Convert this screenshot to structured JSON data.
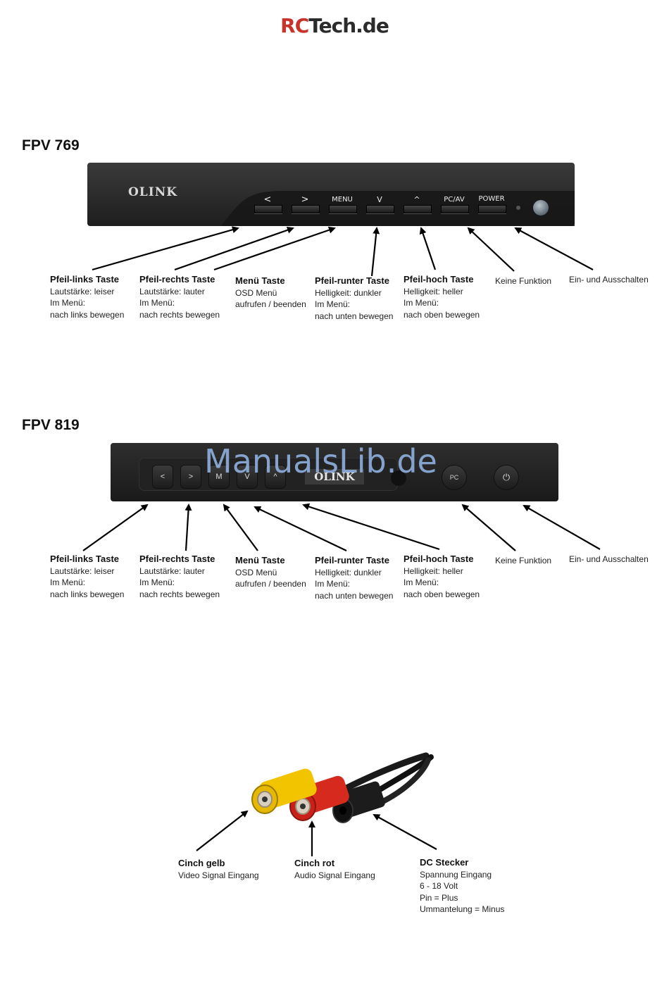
{
  "header": {
    "logo_rc": "RC",
    "logo_rest": "Tech.de"
  },
  "fpv769": {
    "title": "FPV 769",
    "brand": "OLINK",
    "buttons": [
      "<",
      ">",
      "MENU",
      "V",
      "^",
      "PC/AV",
      "POWER"
    ],
    "labels": [
      {
        "title": "Pfeil-links Taste",
        "lines": [
          "Lautstärke: leiser",
          "Im Menü:",
          "nach links bewegen"
        ]
      },
      {
        "title": "Pfeil-rechts Taste",
        "lines": [
          "Lautstärke: lauter",
          "Im Menü:",
          "nach rechts bewegen"
        ]
      },
      {
        "title": "Menü Taste",
        "lines": [
          "OSD Menü",
          "aufrufen / beenden"
        ]
      },
      {
        "title": "Pfeil-runter Taste",
        "lines": [
          "Helligkeit: dunkler",
          "Im Menü:",
          "nach unten bewegen"
        ]
      },
      {
        "title": "Pfeil-hoch Taste",
        "lines": [
          "Helligkeit: heller",
          "Im Menü:",
          "nach oben bewegen"
        ]
      },
      {
        "title": "",
        "lines": [
          "Keine Funktion"
        ]
      },
      {
        "title": "",
        "lines": [
          "Ein- und Ausschalten"
        ]
      }
    ]
  },
  "fpv819": {
    "title": "FPV 819",
    "brand": "OLINK",
    "buttons": [
      "<",
      ">",
      "M",
      "V",
      "^",
      "PC",
      "⏻"
    ],
    "watermark": "ManualsLib.de",
    "labels": [
      {
        "title": "Pfeil-links Taste",
        "lines": [
          "Lautstärke: leiser",
          "Im Menü:",
          "nach links bewegen"
        ]
      },
      {
        "title": "Pfeil-rechts Taste",
        "lines": [
          "Lautstärke: lauter",
          "Im Menü:",
          "nach rechts bewegen"
        ]
      },
      {
        "title": "Menü Taste",
        "lines": [
          "OSD Menü",
          "aufrufen / beenden"
        ]
      },
      {
        "title": "Pfeil-runter Taste",
        "lines": [
          "Helligkeit: dunkler",
          "Im Menü:",
          "nach unten bewegen"
        ]
      },
      {
        "title": "Pfeil-hoch Taste",
        "lines": [
          "Helligkeit: heller",
          "Im Menü:",
          "nach oben bewegen"
        ]
      },
      {
        "title": "",
        "lines": [
          "Keine Funktion"
        ]
      },
      {
        "title": "",
        "lines": [
          "Ein- und Ausschalten"
        ]
      }
    ]
  },
  "cables": {
    "labels": [
      {
        "title": "Cinch gelb",
        "lines": [
          "Video Signal Eingang"
        ]
      },
      {
        "title": "Cinch rot",
        "lines": [
          "Audio Signal Eingang"
        ]
      },
      {
        "title": "DC Stecker",
        "lines": [
          "Spannung Eingang",
          "6 - 18 Volt",
          "Pin = Plus",
          "Ummantelung = Minus"
        ]
      }
    ]
  },
  "colors": {
    "logo_red": "#c8332b",
    "panel": "#2a2a2a",
    "watermark": "#96b9eb",
    "cinch_yellow": "#f2c400",
    "cinch_red": "#d62a1e"
  }
}
